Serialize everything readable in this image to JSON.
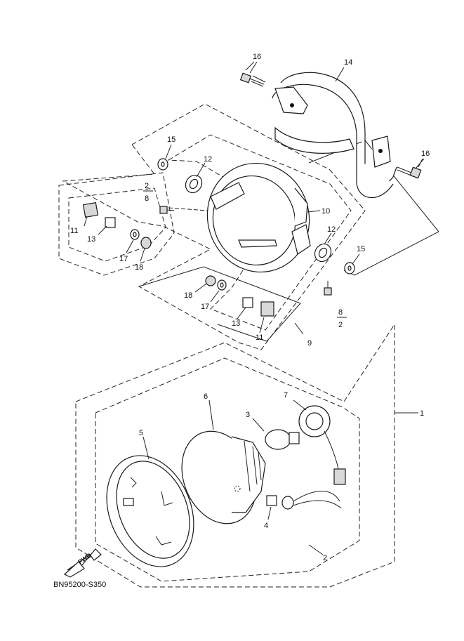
{
  "diagram_code": "BN95200-S350",
  "fwd_label": "FWD",
  "callouts": {
    "c16a": "16",
    "c14": "14",
    "c16b": "16",
    "c15a": "15",
    "c12a": "12",
    "c2a": "2",
    "c8a": "8",
    "c10": "10",
    "c11a": "11",
    "c13a": "13",
    "c17a": "17",
    "c18a": "18",
    "c12b": "12",
    "c15b": "15",
    "c18b": "18",
    "c17b": "17",
    "c8b": "8",
    "c2b": "2",
    "c13b": "13",
    "c11b": "11",
    "c9": "9",
    "c7": "7",
    "c6": "6",
    "c3": "3",
    "c1": "1",
    "c5": "5",
    "c4": "4",
    "c2c": "2"
  }
}
